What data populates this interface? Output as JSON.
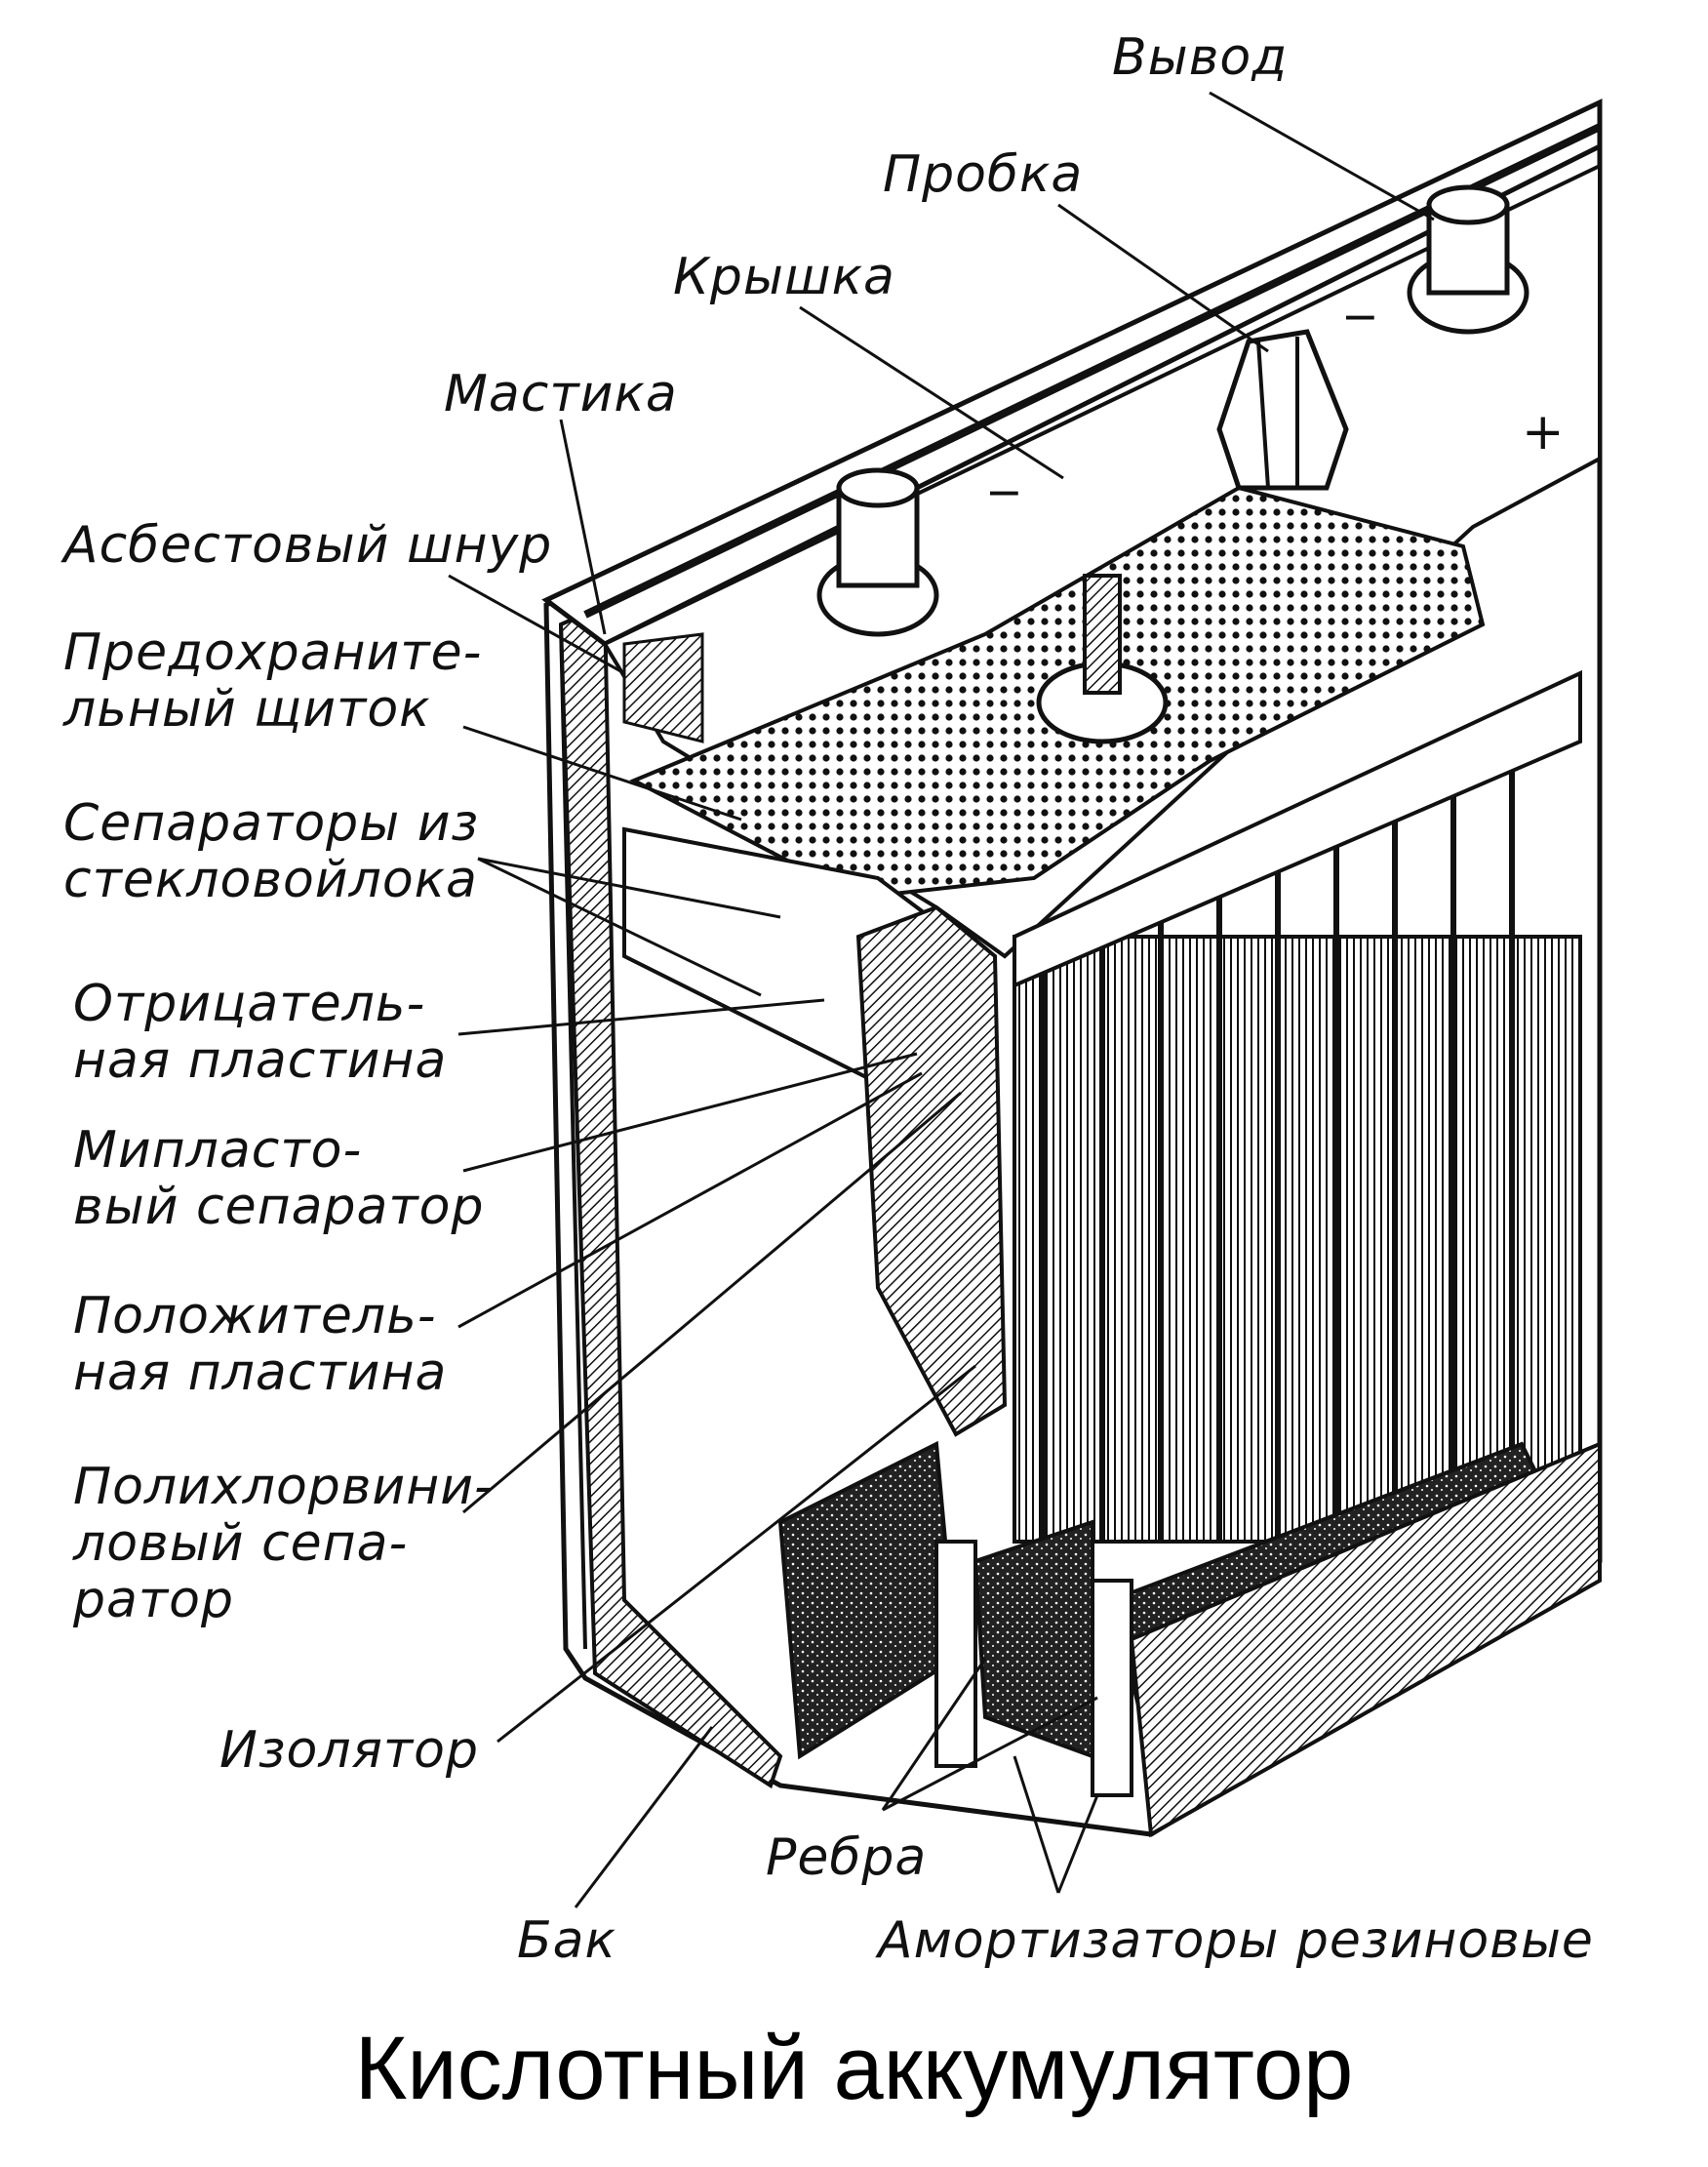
{
  "title": "Кислотный аккумулятор",
  "labels": {
    "vyvod": "Вывод",
    "probka": "Пробка",
    "kryshka": "Крышка",
    "mastika": "Мастика",
    "asbest": "Асбестовый шнур",
    "shitok_1": "Предохраните-",
    "shitok_2": "льный щиток",
    "separ_glass_1": "Сепараторы из",
    "separ_glass_2": "стекловойлока",
    "neg_1": "Отрицатель-",
    "neg_2": "ная пластина",
    "mipl_1": "Мипласто-",
    "mipl_2": "вый сепаратор",
    "pos_1": "Положитель-",
    "pos_2": "ная пластина",
    "pvc_1": "Полихлорвини-",
    "pvc_2": "ловый сепа-",
    "pvc_3": "ратор",
    "izolyator": "Изолятор",
    "rebra": "Ребра",
    "bak": "Бак",
    "amort": "Амортизаторы резиновые"
  },
  "terminal_marks": {
    "minus_1": "−",
    "minus_2": "−",
    "plus": "+"
  },
  "colors": {
    "ink": "#111111",
    "paper": "#ffffff",
    "shade": "#cfcfcf"
  }
}
